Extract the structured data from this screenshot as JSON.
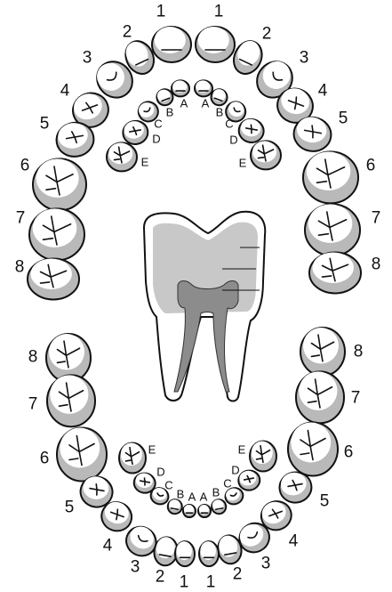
{
  "diagram": {
    "permanent_upper_right": [
      "1",
      "2",
      "3",
      "4",
      "5",
      "6",
      "7",
      "8"
    ],
    "permanent_upper_left": [
      "1",
      "2",
      "3",
      "4",
      "5",
      "6",
      "7",
      "8"
    ],
    "permanent_lower_right": [
      "1",
      "2",
      "3",
      "4",
      "5",
      "6",
      "7",
      "8"
    ],
    "permanent_lower_left": [
      "1",
      "2",
      "3",
      "4",
      "5",
      "6",
      "7",
      "8"
    ],
    "primary_upper_right": [
      "A",
      "B",
      "C",
      "D",
      "E"
    ],
    "primary_upper_left": [
      "A",
      "B",
      "C",
      "D",
      "E"
    ],
    "primary_lower_right": [
      "A",
      "B",
      "C",
      "D",
      "E"
    ],
    "primary_lower_left": [
      "A",
      "B",
      "C",
      "D",
      "E"
    ]
  },
  "colors": {
    "enamel": "#ffffff",
    "enamel_shade": "#b9b9b9",
    "outline": "#111111",
    "dentin": "#c8c8c8",
    "pulp": "#8c8c8c"
  }
}
